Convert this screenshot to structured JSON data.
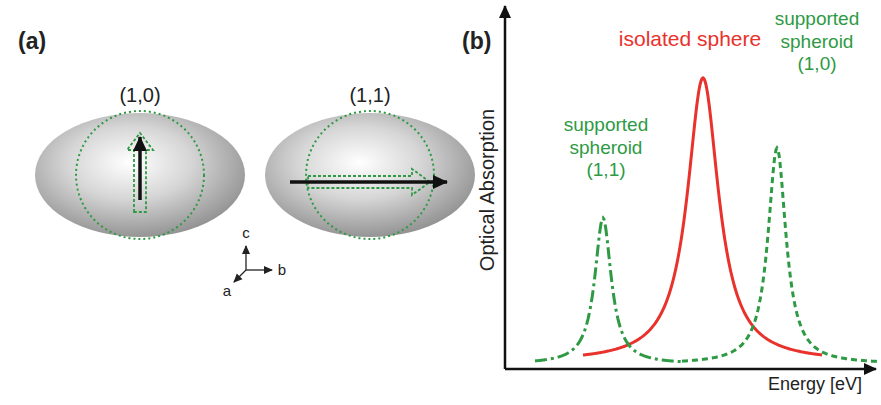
{
  "diagram": {
    "labels": [
      "(a)",
      "(1,0)",
      "(1,1)",
      "c",
      "a",
      "b",
      "(b)",
      "isolated sphere",
      "supported spheroid (1,1)",
      "supported spheroid (1,0)",
      "Optical Absorption",
      "Energy [eV]"
    ]
  }
}
